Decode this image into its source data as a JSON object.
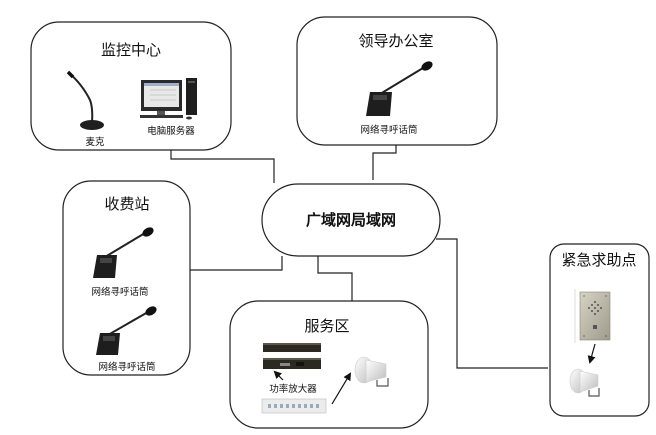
{
  "diagram": {
    "hub": {
      "label": "广域网局域网"
    },
    "zones": {
      "monitor_center": {
        "title": "监控中心",
        "devices": [
          {
            "label": "麦克",
            "icon": "desk-microphone-icon"
          },
          {
            "label": "电脑服务器",
            "icon": "desktop-computer-icon"
          }
        ]
      },
      "leader_office": {
        "title": "领导办公室",
        "devices": [
          {
            "label": "网络寻呼话筒",
            "icon": "paging-microphone-icon"
          }
        ]
      },
      "toll_station": {
        "title": "收费站",
        "devices": [
          {
            "label": "网络寻呼话筒",
            "icon": "paging-microphone-icon"
          },
          {
            "label": "网络寻呼话筒",
            "icon": "paging-microphone-icon"
          }
        ]
      },
      "service_area": {
        "title": "服务区",
        "devices": [
          {
            "label": "功率放大器",
            "icon": "power-amplifier-icon"
          },
          {
            "label": "",
            "icon": "horn-speaker-icon"
          }
        ]
      },
      "emergency_point": {
        "title": "紧急求助点",
        "devices": [
          {
            "label": "",
            "icon": "emergency-intercom-icon"
          },
          {
            "label": "",
            "icon": "horn-speaker-icon"
          }
        ]
      }
    },
    "colors": {
      "stroke": "#222222",
      "device_dark": "#1e1e1e",
      "panel_silver": "#b8b4a6"
    }
  }
}
